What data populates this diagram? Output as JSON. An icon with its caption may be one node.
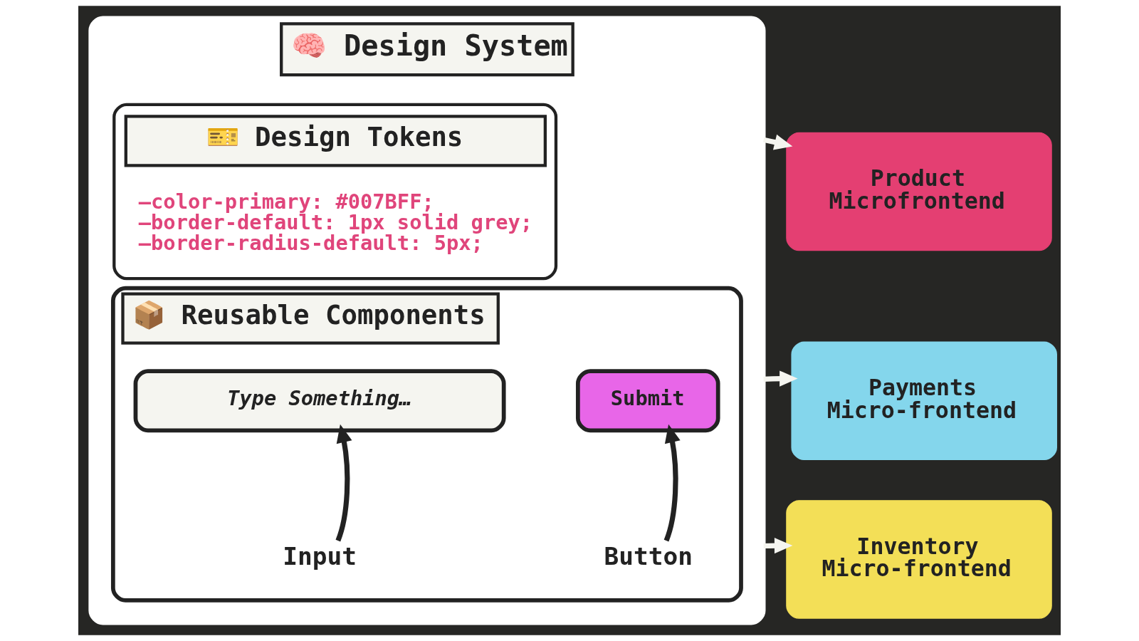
{
  "diagram": {
    "nodes": [
      {
        "text": [
          "🧠 Design System"
        ]
      },
      {
        "text": [
          "🎫 Design Tokens",
          "—color-primary: #007BFF;",
          "—border-default: 1px solid grey;",
          "—border-radius-default: 5px;"
        ],
        "in": 0
      },
      {
        "text": [
          "📦 Reusable Components"
        ],
        "in": 0
      },
      {
        "text": [
          "Type Something…"
        ],
        "in": 2
      },
      {
        "text": [
          "Submit"
        ],
        "in": 2
      },
      {
        "text": [
          "Input"
        ],
        "in": 2
      },
      {
        "text": [
          "Button"
        ],
        "in": 2
      },
      {
        "text": [
          "Product Microfrontend"
        ]
      },
      {
        "text": [
          "Payments Micro-frontend"
        ]
      },
      {
        "text": [
          "Inventory Micro-frontend"
        ]
      }
    ],
    "edges": [
      {
        "from": 0,
        "to": 7,
        "arrow": "to"
      },
      {
        "from": 0,
        "to": 8,
        "arrow": "to"
      },
      {
        "from": 0,
        "to": 9,
        "arrow": "to"
      },
      {
        "from": 5,
        "to": 3,
        "arrow": "to",
        "color": "#222222"
      },
      {
        "from": 6,
        "to": 4,
        "arrow": "to",
        "color": "#222222"
      }
    ]
  }
}
